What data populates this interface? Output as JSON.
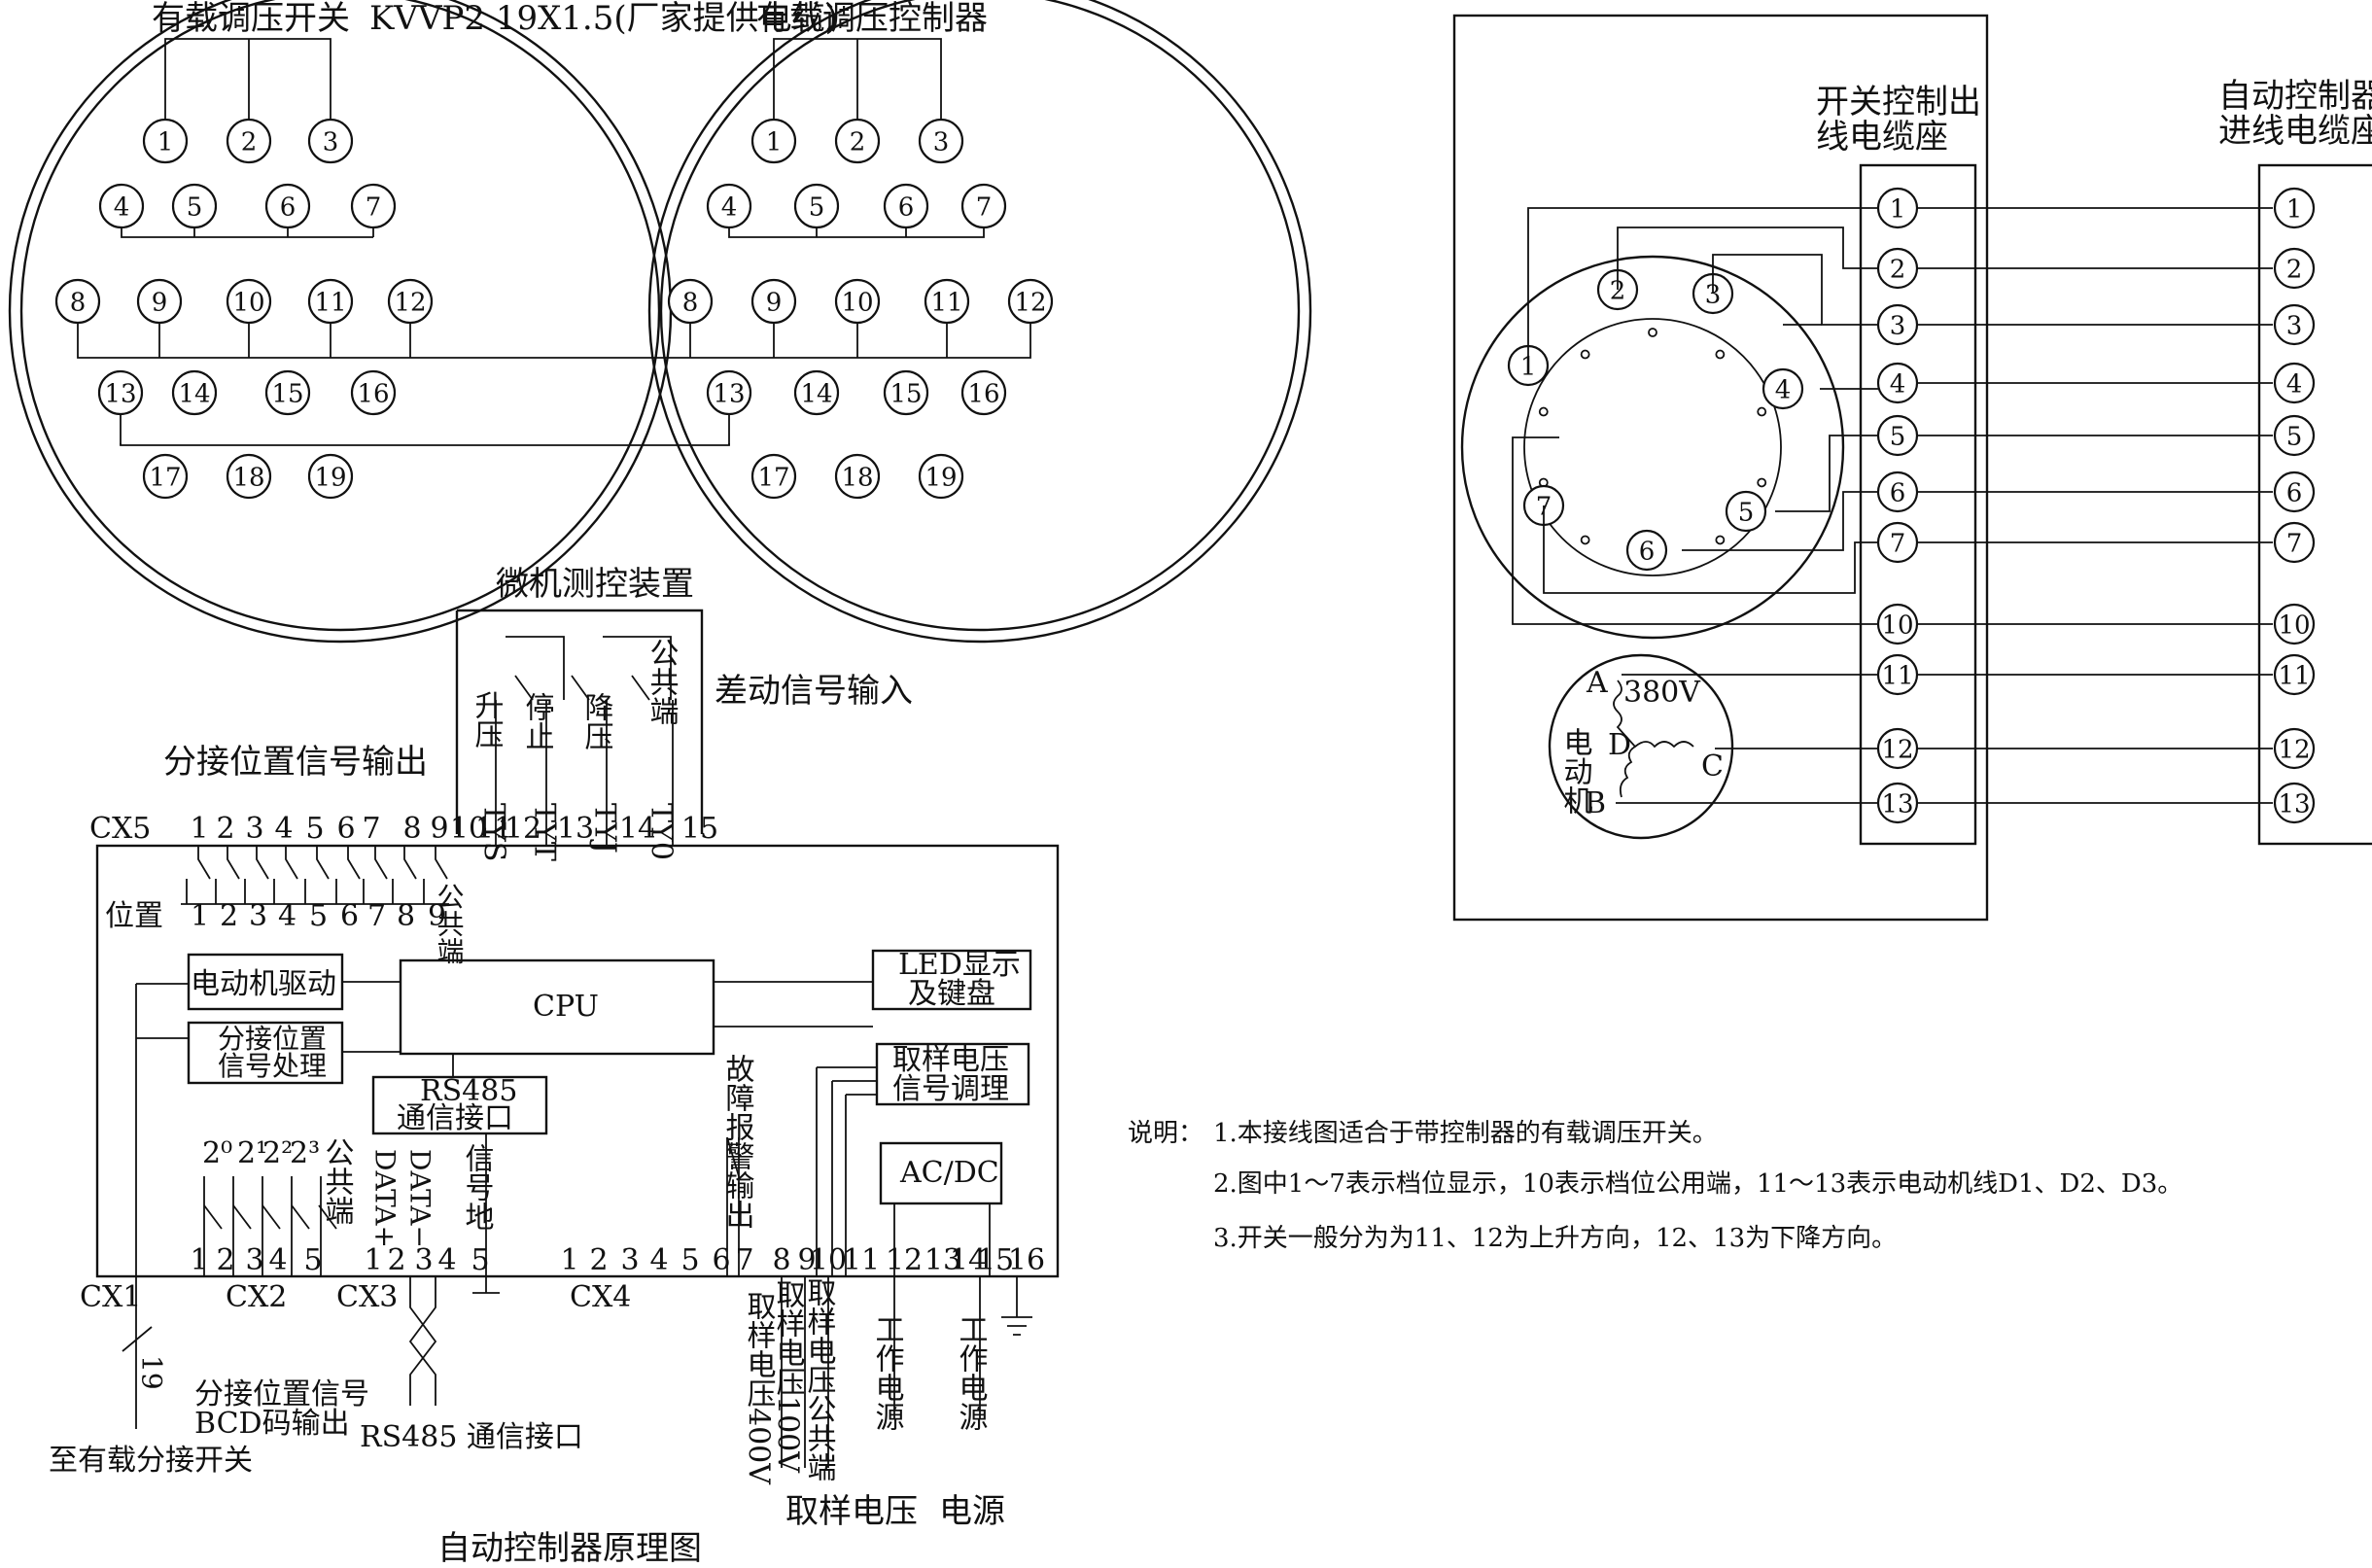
{
  "connector": {
    "label_left": "有载调压开关",
    "label_cable": "KVVP2 19X1.5(厂家提供电缆)",
    "label_right": "有载调压控制器",
    "pins": [
      "1",
      "2",
      "3",
      "4",
      "5",
      "6",
      "7",
      "8",
      "9",
      "10",
      "11",
      "12",
      "13",
      "14",
      "15",
      "16",
      "17",
      "18",
      "19"
    ]
  },
  "controller": {
    "micro_device": "微机测控装置",
    "diff_input": "差动信号输入",
    "mc_labels": [
      "升压",
      "停止",
      "降压",
      "公共端"
    ],
    "tap_output": "分接位置信号输出",
    "sig_names": [
      "TYS",
      "TYT",
      "TYJ",
      "TY0"
    ],
    "cx5": "CX5",
    "cx5_pins": [
      "1",
      "2",
      "3",
      "4",
      "5",
      "6",
      "7",
      "8",
      "9",
      "10",
      "11",
      "12",
      "13",
      "14",
      "15"
    ],
    "position_label": "位置",
    "pos_nums": [
      "1",
      "2",
      "3",
      "4",
      "5",
      "6",
      "7",
      "8",
      "9"
    ],
    "common": "公共端",
    "motor_drive": "电动机驱动",
    "tap_proc_1": "分接位置",
    "tap_proc_2": "信号处理",
    "cpu": "CPU",
    "led_1": "LED显示",
    "led_2": "及键盘",
    "rs485_1": "RS485",
    "rs485_2": "通信接口",
    "sampling_1": "取样电压",
    "sampling_2": "信号调理",
    "acdc": "AC/DC",
    "fault_alarm": "故障报警输出",
    "bcd_bits": [
      "2⁰",
      "2¹",
      "2²",
      "2³"
    ],
    "data_plus": "DATA+",
    "data_minus": "DATA−",
    "signal_ground": "信号地",
    "cx2_pins": [
      "1",
      "2",
      "3",
      "4",
      "5"
    ],
    "cx3_pins": [
      "1",
      "2",
      "3",
      "4",
      "5"
    ],
    "cx4_pins": [
      "1",
      "2",
      "3",
      "4",
      "5",
      "6",
      "7",
      "8",
      "9",
      "10",
      "11",
      "12",
      "13",
      "14",
      "15",
      "16"
    ],
    "cx1": "CX1",
    "cx2": "CX2",
    "cx3": "CX3",
    "cx4": "CX4",
    "wire_19": "19",
    "bcd_out_1": "分接位置信号",
    "bcd_out_2": "BCD码输出",
    "rs485_port": "RS485 通信接口",
    "to_switch": "至有载分接开关",
    "samp_400": "取样电压400V",
    "samp_100": "取样电压100V",
    "samp_common": "取样电压公共端",
    "power_1": "工作电源",
    "power_2": "工作电源",
    "sampling_voltage": "取样电压",
    "power": "电源",
    "title": "自动控制器原理图"
  },
  "wiring": {
    "switch_socket_1": "开关控制出",
    "switch_socket_2": "线电缆座",
    "ctrl_socket_1": "自动控制器",
    "ctrl_socket_2": "进线电缆座",
    "terminals": [
      "1",
      "2",
      "3",
      "4",
      "5",
      "6",
      "7",
      "10",
      "11",
      "12",
      "13"
    ],
    "motor_voltage": "380V",
    "motor_label": "电动机",
    "phases": [
      "A",
      "D",
      "C",
      "B"
    ]
  },
  "notes": {
    "title": "说明：",
    "items": [
      "1.本接线图适合于带控制器的有载调压开关。",
      "2.图中1～7表示档位显示，10表示档位公用端，11～13表示电动机线D1、D2、D3。",
      "3.开关一般分为为11、12为上升方向，12、13为下降方向。"
    ]
  }
}
